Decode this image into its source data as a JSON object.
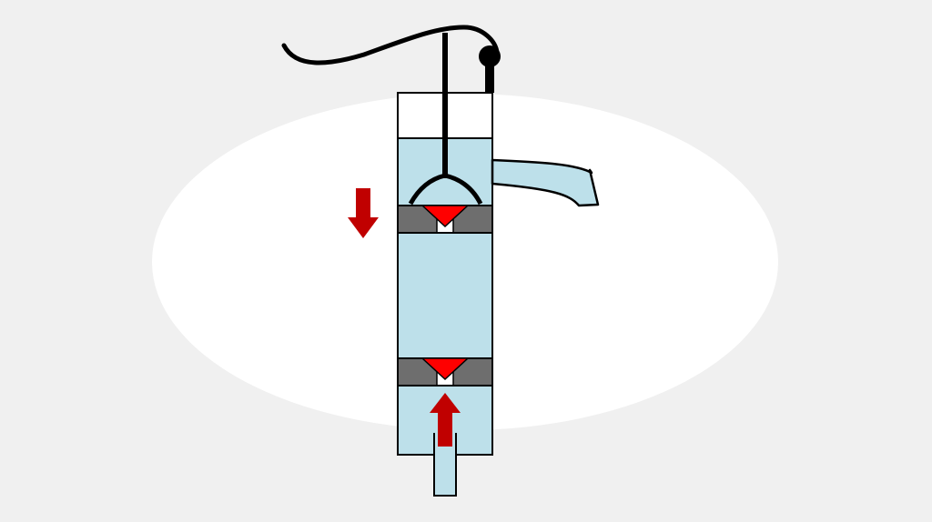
{
  "diagram": {
    "subject": "piston-pump",
    "pump_phase": "piston-down-stroke",
    "piston_valve": "open",
    "foot_valve": "closed",
    "components": [
      "handle",
      "pivot",
      "piston-rod",
      "cylinder",
      "spout",
      "piston",
      "piston-valve",
      "foot-valve",
      "intake-pipe"
    ],
    "arrows": [
      {
        "name": "piston-motion",
        "direction": "down"
      },
      {
        "name": "water-inflow",
        "direction": "up"
      }
    ],
    "colors": {
      "background": "#f0f0f0",
      "spotlight": "#ffffff",
      "water": "#bde0ea",
      "seal": "#6e6e6e",
      "valve": "#ff0000",
      "arrow": "#c00000",
      "outline": "#000000"
    }
  }
}
